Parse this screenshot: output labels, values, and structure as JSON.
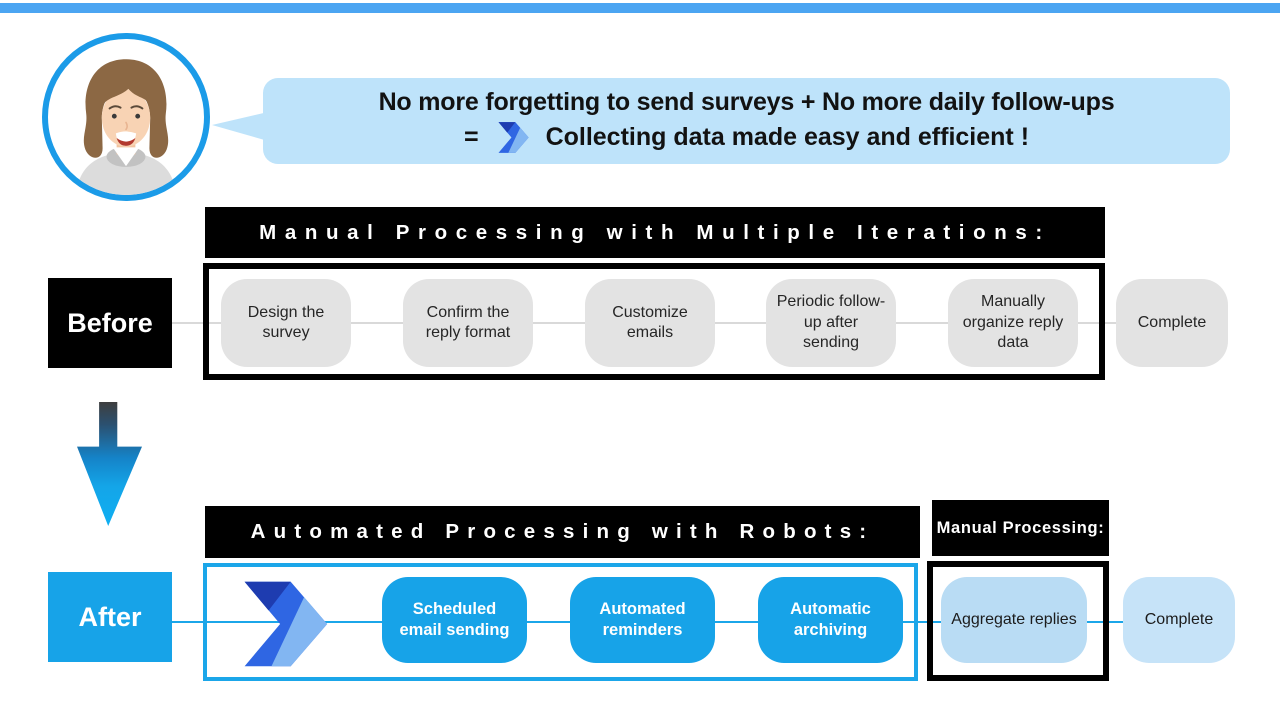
{
  "header": {
    "bar_color": "#4BA5F2"
  },
  "speech_bubble": {
    "line1": "No more forgetting to send surveys + No more daily follow-ups",
    "equals": "=",
    "line2": "Collecting data made easy and efficient !",
    "bg_color": "#BEE3FA"
  },
  "before_section": {
    "label": "Before",
    "banner": "Manual Processing with Multiple Iterations:",
    "steps": [
      "Design the survey",
      "Confirm the reply format",
      "Customize emails",
      "Periodic follow-up after sending",
      "Manually organize reply data"
    ],
    "complete": "Complete",
    "step_color": "#E3E3E3",
    "banner_color": "#000000"
  },
  "after_section": {
    "label": "After",
    "banner": "Automated Processing with Robots:",
    "manual_banner": "Manual Processing:",
    "steps": [
      "Scheduled email sending",
      "Automated reminders",
      "Automatic archiving"
    ],
    "manual_step": "Aggregate replies",
    "complete": "Complete",
    "step_color": "#17A3E8",
    "manual_step_color": "#B9DCF4",
    "complete_color": "#C6E3F8",
    "frame_color": "#1BA6E9"
  },
  "icons": {
    "power_automate": "power-automate-icon",
    "down_arrow": "down-arrow-icon",
    "avatar": "woman-avatar"
  },
  "colors": {
    "accent_cyan": "#17A3E8",
    "connector_gray": "#D9D9D9",
    "logo_dark_blue": "#1E3CB0",
    "logo_medium_blue": "#2F66E3",
    "logo_light_blue": "#82B6F2"
  }
}
